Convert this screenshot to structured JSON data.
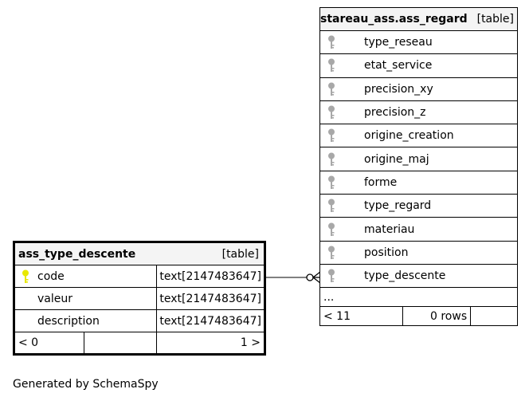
{
  "left_table": {
    "name": "ass_type_descente",
    "type": "[table]",
    "columns": [
      {
        "key": "primary",
        "name": "code",
        "datatype": "text[2147483647]"
      },
      {
        "key": "none",
        "name": "valeur",
        "datatype": "text[2147483647]"
      },
      {
        "key": "none",
        "name": "description",
        "datatype": "text[2147483647]"
      }
    ],
    "footer": {
      "parents": "< 0",
      "children": "1 >"
    }
  },
  "right_table": {
    "name": "stareau_ass.ass_regard",
    "type": "[table]",
    "columns": [
      {
        "key": "foreign",
        "name": "type_reseau"
      },
      {
        "key": "foreign",
        "name": "etat_service"
      },
      {
        "key": "foreign",
        "name": "precision_xy"
      },
      {
        "key": "foreign",
        "name": "precision_z"
      },
      {
        "key": "foreign",
        "name": "origine_creation"
      },
      {
        "key": "foreign",
        "name": "origine_maj"
      },
      {
        "key": "foreign",
        "name": "forme"
      },
      {
        "key": "foreign",
        "name": "type_regard"
      },
      {
        "key": "foreign",
        "name": "materiau"
      },
      {
        "key": "foreign",
        "name": "position"
      },
      {
        "key": "foreign",
        "name": "type_descente"
      }
    ],
    "ellipsis": "...",
    "footer": {
      "parents": "< 11",
      "rows": "0 rows"
    }
  },
  "credit": "Generated by SchemaSpy",
  "colors": {
    "primary_key": "#e8e800",
    "foreign_key": "#a8a8a8",
    "header_bg": "#f4f4f4"
  }
}
